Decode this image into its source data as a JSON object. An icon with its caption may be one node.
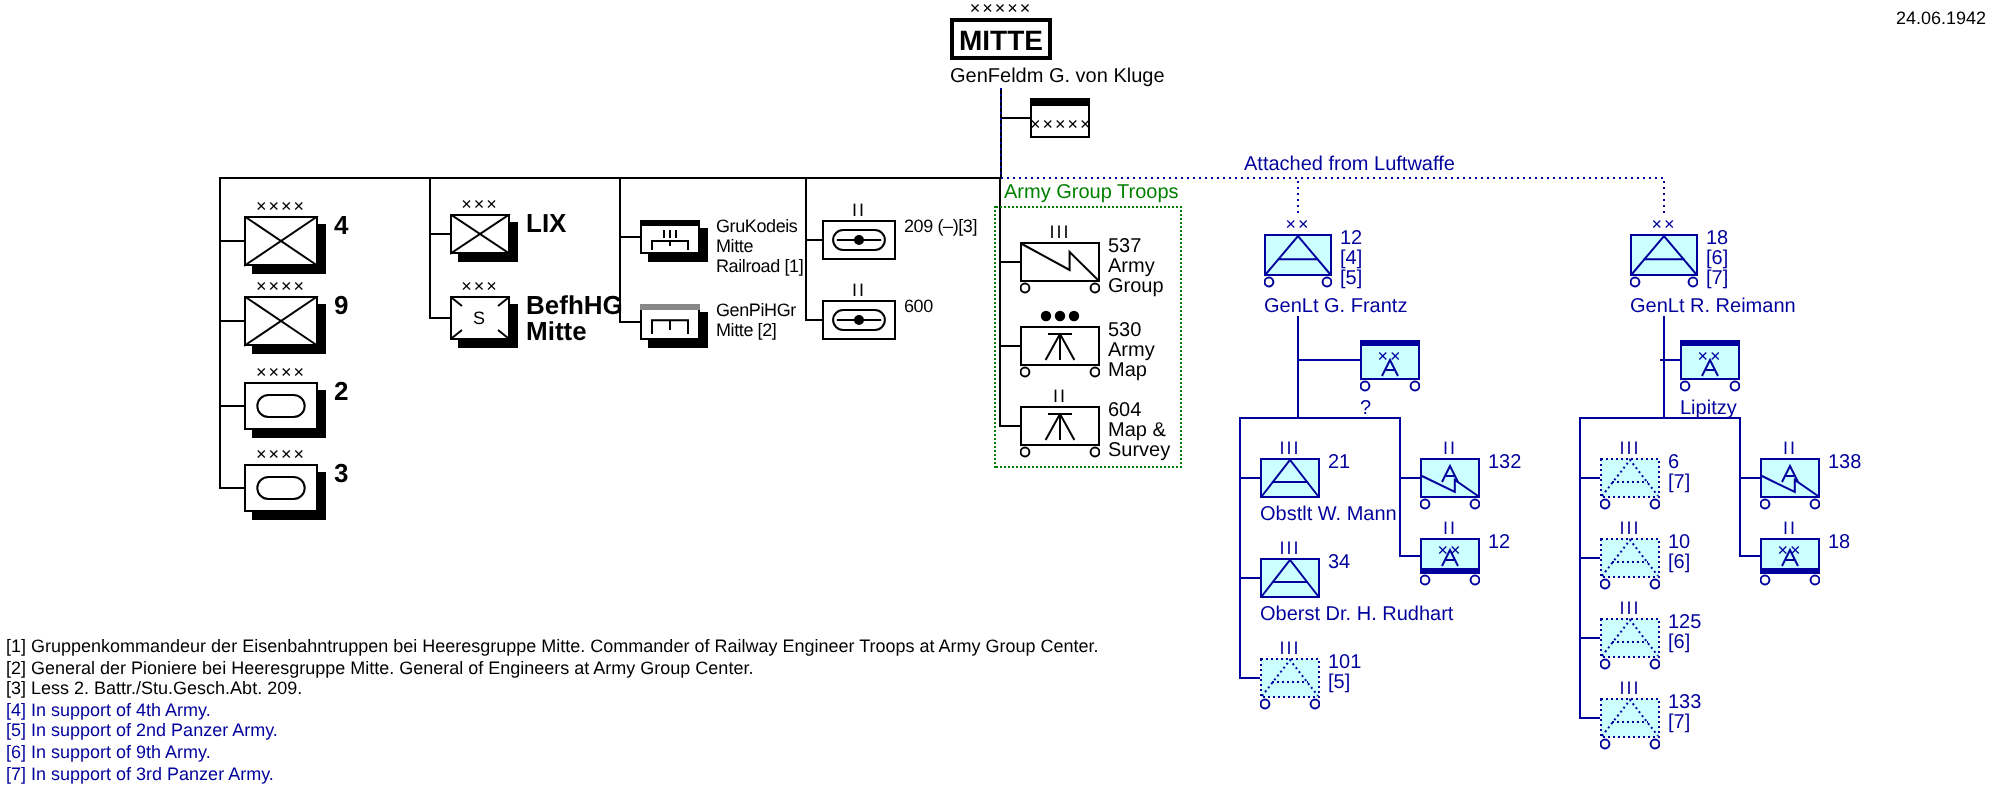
{
  "diagram": {
    "nodes": [
      {
        "text": [
          "×××××",
          "MITTE",
          "GenFeldm G. von Kluge"
        ]
      },
      {
        "text": [
          "×××××"
        ]
      },
      {
        "text": [
          "××××",
          "4"
        ]
      },
      {
        "text": [
          "××××",
          "9"
        ]
      },
      {
        "text": [
          "××××",
          "2"
        ]
      },
      {
        "text": [
          "××××",
          "3"
        ]
      },
      {
        "text": [
          "×××",
          "LIX"
        ]
      },
      {
        "text": [
          "×××",
          "S",
          "BefhHG Mitte"
        ]
      },
      {
        "text": [
          "GruKodeis Mitte Railroad [1]"
        ]
      },
      {
        "text": [
          "GenPiHGr Mitte [2]"
        ]
      },
      {
        "text": [
          "II",
          "209 (–)[3]"
        ]
      },
      {
        "text": [
          "II",
          "600"
        ]
      },
      {
        "text": [
          "Army Group Troops"
        ]
      },
      {
        "text": [
          "III",
          "537 Army Group"
        ],
        "in": 12
      },
      {
        "text": [
          "530 Army Map"
        ],
        "in": 12
      },
      {
        "text": [
          "II",
          "604 Map & Survey"
        ],
        "in": 12
      },
      {
        "text": [
          "××",
          "12 [4][5]",
          "GenLt G. Frantz"
        ]
      },
      {
        "text": [
          "××",
          "?"
        ]
      },
      {
        "text": [
          "III",
          "21",
          "Obstlt W. Mann"
        ]
      },
      {
        "text": [
          "III",
          "34",
          "Oberst Dr. H. Rudhart"
        ]
      },
      {
        "text": [
          "III",
          "101 [5]"
        ]
      },
      {
        "text": [
          "II",
          "132"
        ]
      },
      {
        "text": [
          "II",
          "××",
          "12"
        ]
      },
      {
        "text": [
          "××",
          "18 [6][7]",
          "GenLt R. Reimann"
        ]
      },
      {
        "text": [
          "××",
          "Lipitzy"
        ]
      },
      {
        "text": [
          "III",
          "6 [7]"
        ]
      },
      {
        "text": [
          "III",
          "10 [6]"
        ]
      },
      {
        "text": [
          "III",
          "125 [6]"
        ]
      },
      {
        "text": [
          "III",
          "133 [7]"
        ]
      },
      {
        "text": [
          "II",
          "138"
        ]
      },
      {
        "text": [
          "II",
          "××",
          "18"
        ]
      }
    ],
    "edges": [
      {
        "from": 0,
        "to": 1,
        "arrow": "none",
        "color": "#000000"
      },
      {
        "from": 0,
        "to": 2,
        "arrow": "none",
        "color": "#000000"
      },
      {
        "from": 0,
        "to": 3,
        "arrow": "none",
        "color": "#000000"
      },
      {
        "from": 0,
        "to": 4,
        "arrow": "none",
        "color": "#000000"
      },
      {
        "from": 0,
        "to": 5,
        "arrow": "none",
        "color": "#000000"
      },
      {
        "from": 0,
        "to": 6,
        "arrow": "none",
        "color": "#000000"
      },
      {
        "from": 0,
        "to": 7,
        "arrow": "none",
        "color": "#000000"
      },
      {
        "from": 0,
        "to": 8,
        "arrow": "none",
        "color": "#000000"
      },
      {
        "from": 0,
        "to": 9,
        "arrow": "none",
        "color": "#000000"
      },
      {
        "from": 0,
        "to": 10,
        "arrow": "none",
        "color": "#000000"
      },
      {
        "from": 0,
        "to": 11,
        "arrow": "none",
        "color": "#000000"
      },
      {
        "from": 0,
        "to": 13,
        "arrow": "none",
        "color": "#000000"
      },
      {
        "from": 0,
        "to": 14,
        "arrow": "none",
        "color": "#000000"
      },
      {
        "from": 0,
        "to": 15,
        "arrow": "none",
        "color": "#000000"
      },
      {
        "from": 0,
        "to": 16,
        "arrow": "none",
        "style": "dashed",
        "color": "#00009c"
      },
      {
        "from": 0,
        "to": 23,
        "arrow": "none",
        "style": "dashed",
        "color": "#00009c",
        "label": "Attached from Luftwaffe"
      },
      {
        "from": 16,
        "to": 17,
        "arrow": "none",
        "color": "#00009c"
      },
      {
        "from": 16,
        "to": 18,
        "arrow": "none",
        "color": "#00009c"
      },
      {
        "from": 16,
        "to": 19,
        "arrow": "none",
        "color": "#00009c"
      },
      {
        "from": 16,
        "to": 20,
        "arrow": "none",
        "color": "#00009c"
      },
      {
        "from": 16,
        "to": 21,
        "arrow": "none",
        "color": "#00009c"
      },
      {
        "from": 16,
        "to": 22,
        "arrow": "none",
        "color": "#00009c"
      },
      {
        "from": 23,
        "to": 24,
        "arrow": "none",
        "color": "#00009c"
      },
      {
        "from": 23,
        "to": 25,
        "arrow": "none",
        "color": "#00009c"
      },
      {
        "from": 23,
        "to": 26,
        "arrow": "none",
        "color": "#00009c"
      },
      {
        "from": 23,
        "to": 27,
        "arrow": "none",
        "color": "#00009c"
      },
      {
        "from": 23,
        "to": 28,
        "arrow": "none",
        "color": "#00009c"
      },
      {
        "from": 23,
        "to": 29,
        "arrow": "none",
        "color": "#00009c"
      },
      {
        "from": 23,
        "to": 30,
        "arrow": "none",
        "color": "#00009c"
      }
    ],
    "labels": [
      "24.06.1942",
      "[1] Gruppenkommandeur der Eisenbahntruppen bei Heeresgruppe Mitte. Commander of Railway Engineer Troops at Army Group Center.",
      "[2] General der Pioniere bei Heeresgruppe Mitte. General of Engineers at Army Group Center.",
      "[3] Less 2. Battr./Stu.Gesch.Abt. 209.",
      "[4] In support of 4th Army.",
      "[5] In support of 2nd Panzer Army.",
      "[6] In support of 9th Army.",
      "[7] In support of 3rd Panzer Army."
    ]
  }
}
